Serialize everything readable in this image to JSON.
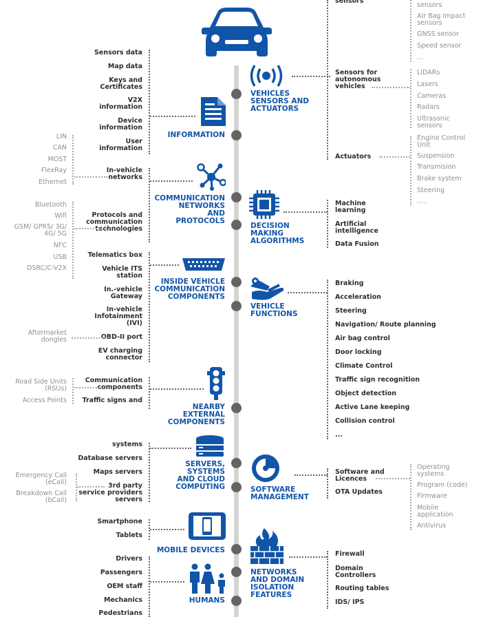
{
  "colors": {
    "accent": "#1155a8",
    "dark_text": "#2e2e2e",
    "grey_text": "#8f8f8f",
    "spine": "#d4d4d4",
    "node": "#646464"
  },
  "categories": {
    "vehicles_sensors": {
      "title": "VEHICLES\nSENSORS AND\nACTUATORS",
      "icon": "sensor-signal-icon"
    },
    "information": {
      "title": "INFORMATION",
      "icon": "document-icon"
    },
    "communication_networks": {
      "title": "COMMUNICATION\nNETWORKS\nAND\nPROTOCOLS",
      "icon": "network-nodes-icon"
    },
    "decision_making": {
      "title": "DECISION\nMAKING\nALGORITHMS",
      "icon": "chip-icon"
    },
    "inside_vehicle": {
      "title": "INSIDE VEHICLE\nCOMMUNICATION\nCOMPONENTS",
      "icon": "obd-connector-icon"
    },
    "vehicle_functions": {
      "title": "VEHICLE\nFUNCTIONS",
      "icon": "hand-wrench-icon"
    },
    "nearby_external": {
      "title": "NEARBY\nEXTERNAL\nCOMPONENTS",
      "icon": "traffic-light-icon"
    },
    "servers": {
      "title": "SERVERS,\nSYSTEMS\nAND CLOUD\nCOMPUTING",
      "icon": "server-icon"
    },
    "software": {
      "title": "SOFTWARE\nMANAGEMENT",
      "icon": "disc-icon"
    },
    "mobile": {
      "title": "MOBILE DEVICES",
      "icon": "tablet-icon"
    },
    "networks_domain": {
      "title": "NETWORKS\nAND DOMAIN\nISOLATION\nFEATURES",
      "icon": "firewall-icon"
    },
    "humans": {
      "title": "HUMANS",
      "icon": "people-icon"
    }
  },
  "top_right_sensors": {
    "label_cut": "sensors",
    "items": [
      "sensors",
      "Air Bag Impact\nsensors",
      "GNSS sensor",
      "Speed sensor",
      "..."
    ]
  },
  "sensors_autonomous": {
    "label": "Sensors for\nautonomous\nvehicles",
    "items": [
      "LIDARs",
      "Lasers",
      "Cameras",
      "Radars",
      "Ultrasonic\nsensors"
    ]
  },
  "actuators": {
    "label": "Actuators",
    "items": [
      "Engine Control\nUnit",
      "Suspension",
      "Transmision",
      "Brake system",
      "Steering",
      "....."
    ]
  },
  "information_items": [
    "Sensors data",
    "Map data",
    "Keys and\nCertificates",
    "V2X\ninformation",
    "Device\ninformation",
    "User\ninformation"
  ],
  "in_vehicle_networks": {
    "label": "In-vehicle\nnetworks",
    "items": [
      "LIN",
      "CAN",
      "MOST",
      "FlexRay",
      "Ethernet"
    ]
  },
  "protocols": {
    "label": "Protocols and\ncommunication\ntechnologies",
    "items": [
      "Bluetooth",
      "Wifi",
      "GSM/ GPRS/ 3G/\n4G/ 5G",
      "NFC",
      "USB",
      "DSRC/C-V2X"
    ]
  },
  "decision_items": [
    "Machine\nlearning",
    "Artificial\nintelligence",
    "Data Fusion"
  ],
  "inside_vehicle_items": [
    "Telematics box",
    "Vehicle ITS\nstation",
    "In.-vehicle\nGateway",
    "In-vehicle\nInfotainment\n(IVI)",
    "OBD-II port",
    "EV charging\nconnector"
  ],
  "aftermarket": "Aftermarket\ndongles",
  "vehicle_functions_items": [
    "Braking",
    "Acceleration",
    "Steering",
    "Navigation/ Route planning",
    "Air bag control",
    "Door locking",
    "Climate Control",
    "Traffic sign recognition",
    "Object detection",
    "Active Lane keeping",
    "Collision control",
    "..."
  ],
  "external_items": [
    "Communication\ncomponents",
    "Traffic signs and"
  ],
  "external_grey": [
    "Road Side Units\n(RSUs)",
    "Access Points"
  ],
  "server_items": [
    "systems",
    "Database servers",
    "Maps servers",
    "3rd party\nservice providers\nservers"
  ],
  "server_grey": [
    "Emergency Call\n(eCall)",
    "Breakdown Call\n(bCall)"
  ],
  "software_items": [
    "Software and\nLicences",
    "OTA Updates"
  ],
  "software_grey": [
    "Operating\nsystems",
    "Program (code)",
    "Firmware",
    "Mobile\napplication",
    "Antivirus"
  ],
  "mobile_items": [
    "Smartphone",
    "Tablets"
  ],
  "network_features": [
    "Firewall",
    "Domain\nControllers",
    "Routing tables",
    "IDS/ IPS"
  ],
  "human_items": [
    "Drivers",
    "Passengers",
    "OEM staff",
    "Mechanics",
    "Pedestrians"
  ]
}
